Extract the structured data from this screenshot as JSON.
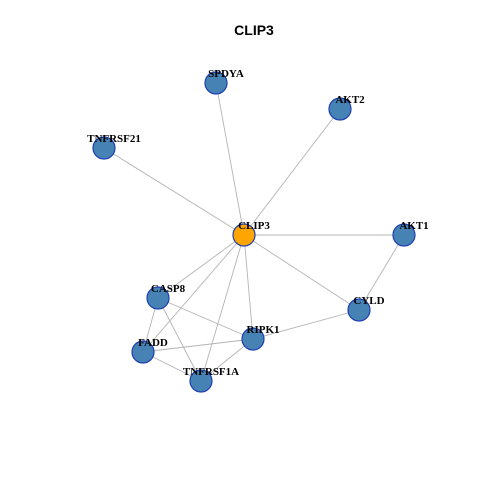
{
  "title": "CLIP3",
  "colors": {
    "hub_fill": "#ffa500",
    "node_fill": "#4682b4",
    "node_stroke": "#1f3fb0",
    "edge": "#b4b4b4"
  },
  "network": {
    "nodes": [
      {
        "id": "CLIP3",
        "label": "CLIP3",
        "hub": true
      },
      {
        "id": "SPDYA",
        "label": "SPDYA",
        "hub": false
      },
      {
        "id": "AKT2",
        "label": "AKT2",
        "hub": false
      },
      {
        "id": "TNFRSF21",
        "label": "TNFRSF21",
        "hub": false
      },
      {
        "id": "AKT1",
        "label": "AKT1",
        "hub": false
      },
      {
        "id": "CASP8",
        "label": "CASP8",
        "hub": false
      },
      {
        "id": "CYLD",
        "label": "CYLD",
        "hub": false
      },
      {
        "id": "RIPK1",
        "label": "RIPK1",
        "hub": false
      },
      {
        "id": "FADD",
        "label": "FADD",
        "hub": false
      },
      {
        "id": "TNFRSF1A",
        "label": "TNFRSF1A",
        "hub": false
      }
    ],
    "edges": [
      [
        "CLIP3",
        "SPDYA"
      ],
      [
        "CLIP3",
        "AKT2"
      ],
      [
        "CLIP3",
        "TNFRSF21"
      ],
      [
        "CLIP3",
        "AKT1"
      ],
      [
        "CLIP3",
        "CASP8"
      ],
      [
        "CLIP3",
        "CYLD"
      ],
      [
        "CLIP3",
        "RIPK1"
      ],
      [
        "CLIP3",
        "FADD"
      ],
      [
        "CLIP3",
        "TNFRSF1A"
      ],
      [
        "AKT1",
        "CYLD"
      ],
      [
        "CASP8",
        "FADD"
      ],
      [
        "CASP8",
        "RIPK1"
      ],
      [
        "CASP8",
        "TNFRSF1A"
      ],
      [
        "RIPK1",
        "CYLD"
      ],
      [
        "RIPK1",
        "FADD"
      ],
      [
        "RIPK1",
        "TNFRSF1A"
      ],
      [
        "FADD",
        "TNFRSF1A"
      ]
    ]
  }
}
